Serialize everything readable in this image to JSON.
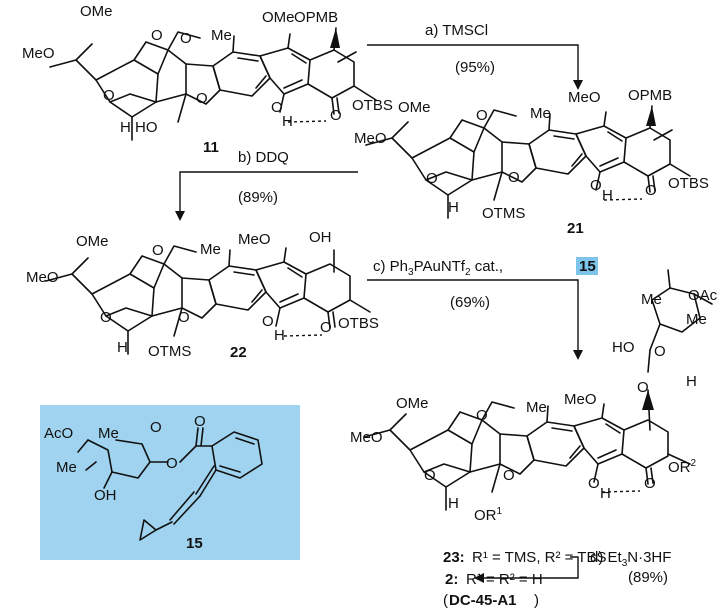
{
  "compounds": {
    "c11": {
      "label": "11"
    },
    "c21": {
      "label": "21"
    },
    "c22": {
      "label": "22"
    },
    "c15": {
      "label": "15"
    },
    "c23": {
      "label": "23:"
    },
    "c2": {
      "label": "2:"
    },
    "dc45": {
      "label": "DC-45-A1"
    }
  },
  "atoms": {
    "ome": "OMe",
    "meo": "MeO",
    "me": "Me",
    "o": "O",
    "h": "H",
    "ho": "HO",
    "opmb": "OPMB",
    "otbs": "OTBS",
    "otms": "OTMS",
    "oh": "OH",
    "oac": "OAc",
    "aco": "AcO",
    "or": "OR"
  },
  "steps": {
    "a": {
      "reagent": "a) TMSCl",
      "yield": "(95%)"
    },
    "b": {
      "reagent": "b) DDQ",
      "yield": "(89%)"
    },
    "c": {
      "reagent_prefix": "c) Ph",
      "reagent_mid": "PAuNTf",
      "reagent_suffix": " cat., ",
      "reagent_num": "15",
      "yield": "(69%)"
    },
    "d": {
      "reagent": "d)  Et",
      "reagent_mid": "N·3HF",
      "yield": "(89%)"
    }
  },
  "legend_23": "R¹ = TMS, R² = TBS",
  "legend_2": "R¹ =  R² = H",
  "colors": {
    "highlight_box": "#9fd3ef",
    "highlight_label": "#7ec3ea"
  }
}
